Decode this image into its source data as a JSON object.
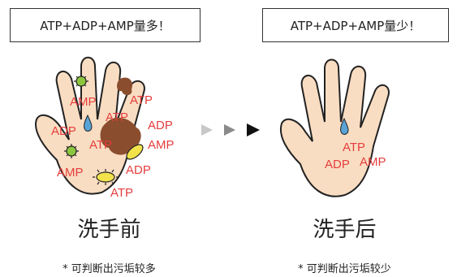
{
  "before": {
    "box_text": "ATP+ADP+AMP量多！",
    "caption": "洗手前",
    "note": "* 可判断出污垢较多",
    "labels": [
      "AMP",
      "ATP",
      "ATP",
      "ADP",
      "ADP",
      "ATP",
      "AMP",
      "AMP",
      "ADP",
      "ATP"
    ]
  },
  "after": {
    "box_text": "ATP+ADP+AMP量少！",
    "caption": "洗手后",
    "note": "* 可判断出污垢较少",
    "labels": [
      "ATP",
      "ADP",
      "AMP"
    ]
  },
  "arrow_icons": [
    "triangle-right-icon",
    "triangle-right-icon",
    "triangle-right-icon"
  ],
  "colors": {
    "skin": "#f9ddc2",
    "outline": "#222222",
    "text_red": "#e53d3d",
    "dirt": "#8a4d2e",
    "water": "#5aa3d6",
    "germ_green": "#8cc63f",
    "germ_yellow": "#f2e24b",
    "arrow_light": "#c8c8c8",
    "arrow_mid": "#8a8a8a",
    "arrow_dark": "#111111"
  }
}
